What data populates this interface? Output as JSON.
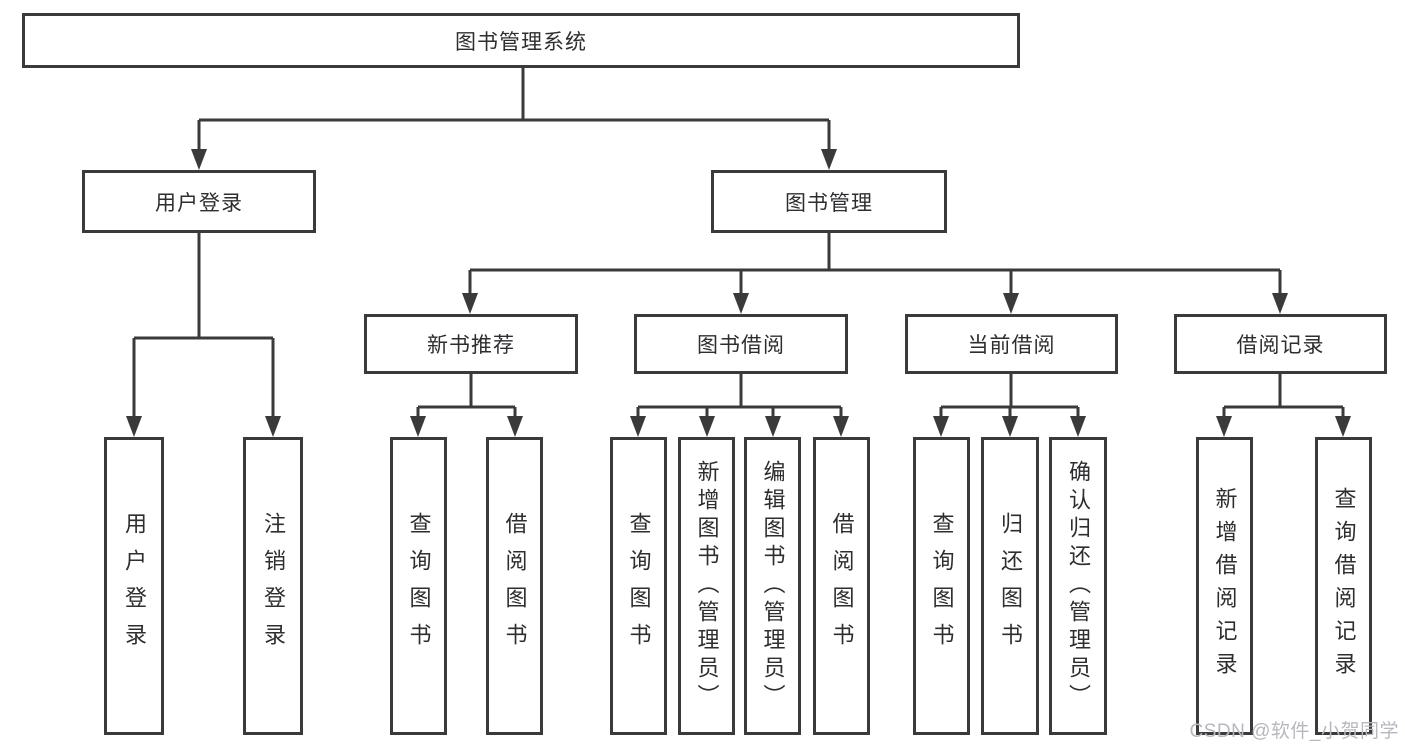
{
  "nodes": {
    "root": "图书管理系统",
    "level2": [
      "用户登录",
      "图书管理"
    ],
    "level3": [
      "新书推荐",
      "图书借阅",
      "当前借阅",
      "借阅记录"
    ],
    "leaves": [
      "用户登录",
      "注销登录",
      "查询图书",
      "借阅图书",
      "查询图书",
      "新增图书（管理员）",
      "编辑图书（管理员）",
      "借阅图书",
      "查询图书",
      "归还图书",
      "确认归还（管理员）",
      "新增借阅记录",
      "查询借阅记录"
    ]
  },
  "watermark": "CSDN @软件_小贺同学",
  "colors": {
    "line": "#3a3a3a",
    "text": "#2e2e31",
    "background": "#ffffff",
    "watermark": "#b7b7c0"
  }
}
